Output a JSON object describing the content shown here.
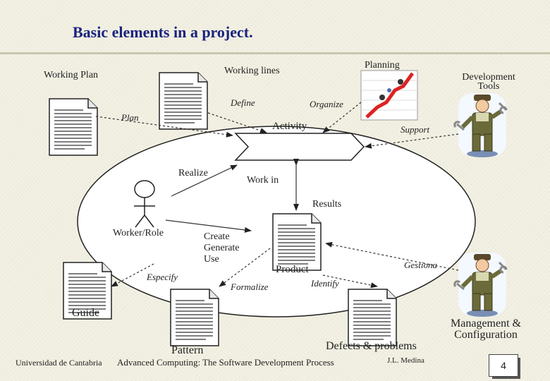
{
  "title": "Basic elements in a project.",
  "labels": {
    "working_plan": "Working Plan",
    "working_lines": "Working lines",
    "planning": "Planning",
    "development_tools": "Development\nTools",
    "define": "Define",
    "organize": "Organize",
    "plan": "Plan",
    "activity": "Activity",
    "support": "Support",
    "realize": "Realize",
    "work_in": "Work in",
    "results": "Results",
    "worker_role": "Worker/Role",
    "create_generate_use": "Create\nGenerate\nUse",
    "product": "Product",
    "gestiona": "Gestiona",
    "especify": "Especify",
    "formalize": "Formalize",
    "identify": "Identify",
    "guide": "Guide",
    "management_configuration": "Management &\nConfiguration",
    "pattern": "Pattern",
    "defects_problems": "Defects & problems"
  },
  "footer": {
    "university": "Universidad de Cantabria",
    "course": "Advanced Computing: The Software Development Process",
    "author": "J.L. Medina",
    "page": "4"
  },
  "colors": {
    "title": "#1a237e",
    "background": "#f3f1e3",
    "ellipse_fill": "#ffffff"
  },
  "icons": [
    "document-icon",
    "stick-figure-icon",
    "planning-chart-icon",
    "mechanic-tools-icon",
    "activity-arrow-shape"
  ]
}
